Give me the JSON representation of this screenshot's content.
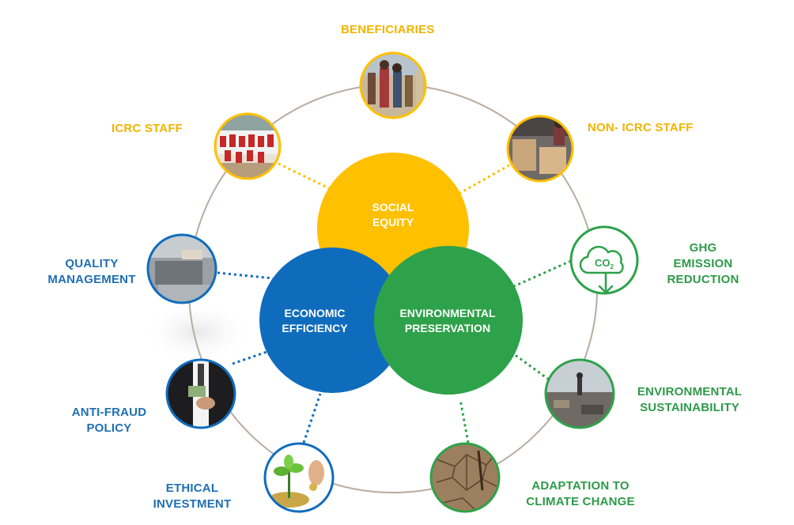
{
  "colors": {
    "social": "#ffc000",
    "economic": "#0f6cbd",
    "environmental": "#2ea24a",
    "social_text": "#f0b400",
    "economic_text": "#1f6fb5",
    "environmental_text": "#2e9a48",
    "ring": "#b8aca0"
  },
  "pillars": {
    "social": "SOCIAL\nEQUITY",
    "economic": "ECONOMIC\nEFFICIENCY",
    "environmental": "ENVIRONMENTAL\nPRESERVATION"
  },
  "nodes": {
    "beneficiaries": {
      "label": "BENEFICIARIES",
      "image": "crowd-photo"
    },
    "icrc_staff": {
      "label": "ICRC STAFF",
      "image": "group-photo"
    },
    "non_icrc_staff": {
      "label": "NON- ICRC STAFF",
      "image": "warehouse-photo"
    },
    "quality_management": {
      "label": "QUALITY\nMANAGEMENT",
      "image": "inspection-photo"
    },
    "anti_fraud": {
      "label": "ANTI-FRAUD\nPOLICY",
      "image": "bribe-photo"
    },
    "ethical_investment": {
      "label": "ETHICAL\nINVESTMENT",
      "image": "seedling-coins-photo"
    },
    "ghg": {
      "label": "GHG\nEMISSION\nREDUCTION",
      "image": "co2-cloud-icon",
      "icon_text": "CO",
      "icon_sub": "2"
    },
    "env_sustainability": {
      "label": "ENVIRONMENTAL\nSUSTAINABILITY",
      "image": "landfill-photo"
    },
    "adaptation": {
      "label": "ADAPTATION TO\nCLIMATE CHANGE",
      "image": "cracked-earth-photo"
    }
  }
}
